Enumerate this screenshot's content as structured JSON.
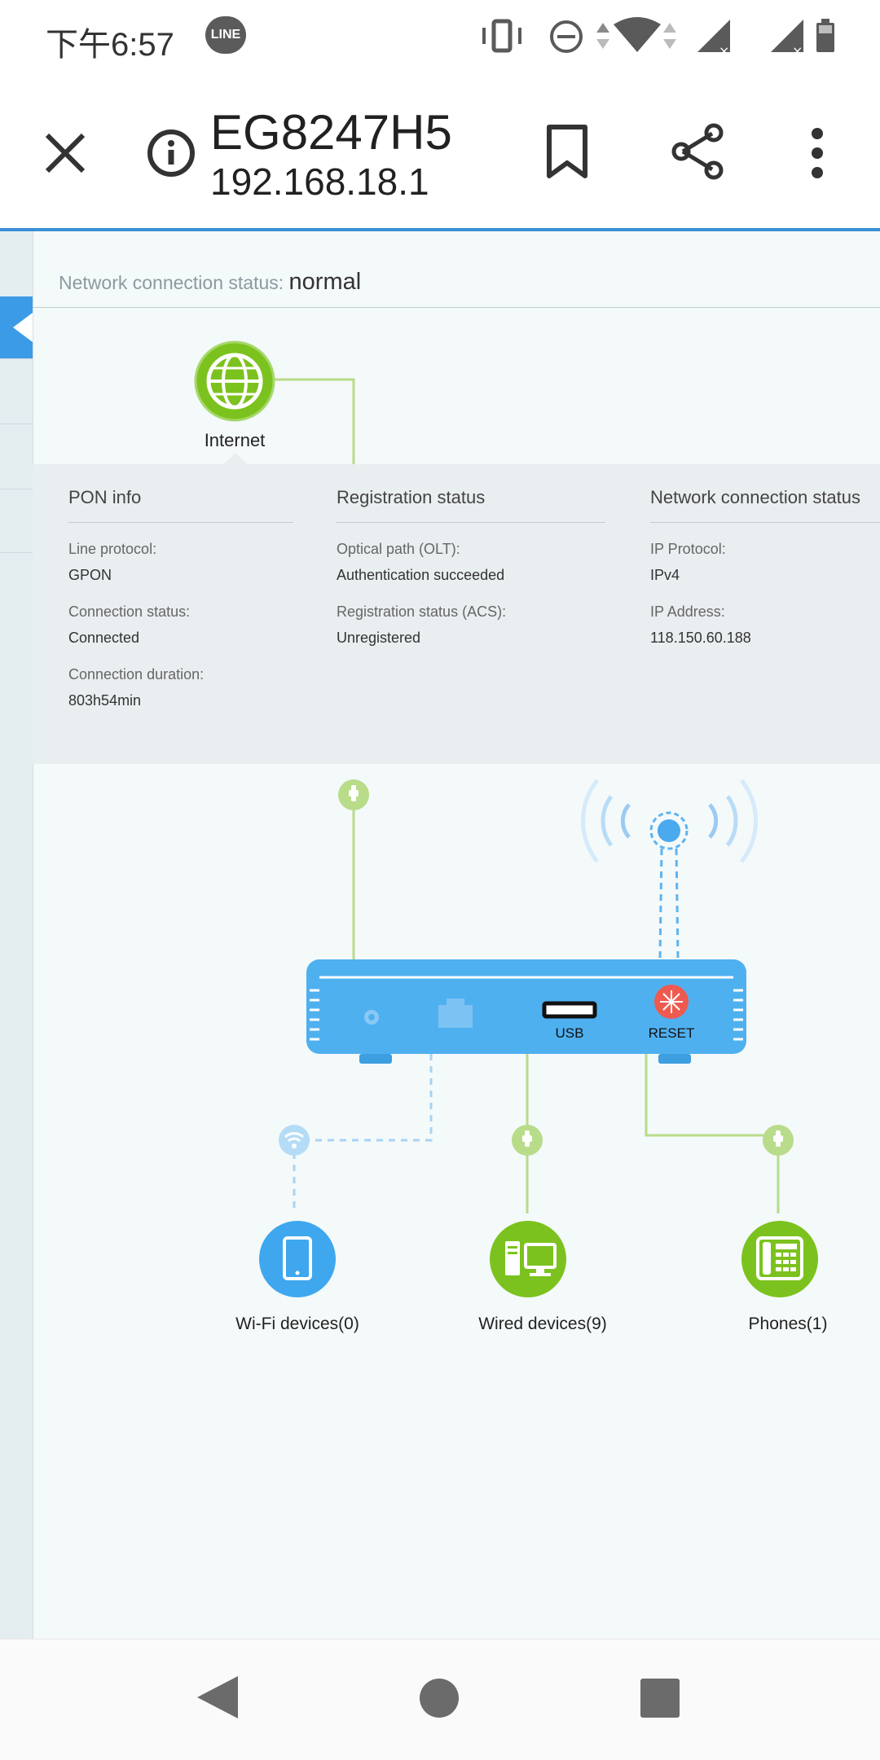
{
  "status_bar": {
    "time": "下午6:57",
    "notification_app": "LINE",
    "icons": [
      "vibrate-icon",
      "dnd-icon",
      "data-arrows-icon",
      "wifi-icon",
      "signal-1-icon",
      "signal-2-icon",
      "battery-icon"
    ]
  },
  "toolbar": {
    "title": "EG8247H5",
    "address": "192.168.18.1",
    "icons": [
      "close-icon",
      "info-icon",
      "bookmark-icon",
      "share-icon",
      "more-icon"
    ]
  },
  "page": {
    "network_status_label": "Network connection status:",
    "network_status_value": "normal",
    "internet_label": "Internet",
    "columns": [
      {
        "heading": "PON info",
        "fields": [
          {
            "label": "Line protocol:",
            "value": "GPON"
          },
          {
            "label": "Connection status:",
            "value": "Connected"
          },
          {
            "label": "Connection duration:",
            "value": "803h54min"
          }
        ]
      },
      {
        "heading": "Registration status",
        "fields": [
          {
            "label": "Optical path (OLT):",
            "value": "Authentication succeeded"
          },
          {
            "label": "Registration status (ACS):",
            "value": "Unregistered"
          }
        ]
      },
      {
        "heading": "Network connection status",
        "fields": [
          {
            "label": "IP Protocol:",
            "value": "IPv4"
          },
          {
            "label": "IP Address:",
            "value": "118.150.60.188"
          }
        ]
      }
    ],
    "router": {
      "usb_label": "USB",
      "reset_label": "RESET"
    },
    "devices": {
      "wifi": "Wi-Fi devices(0)",
      "wired": "Wired devices(9)",
      "phones": "Phones(1)"
    }
  },
  "colors": {
    "accent_blue": "#3c9be6",
    "accent_green": "#7cc21e",
    "reset_red": "#ef5a50"
  }
}
